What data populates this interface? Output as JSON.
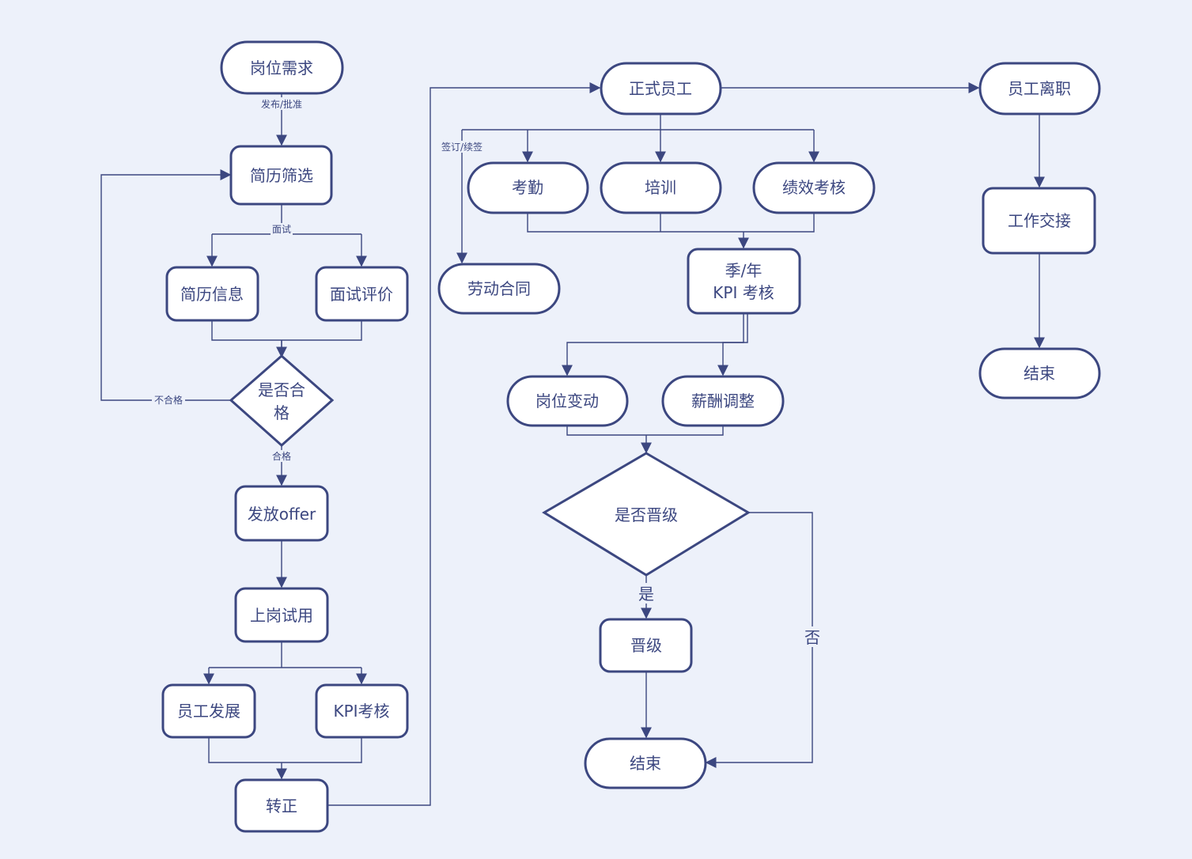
{
  "nodes": {
    "gangwei_xuqiu": "岗位需求",
    "jianli_shaixuan": "简历筛选",
    "jianli_xinxi": "简历信息",
    "mianshi_pingjia": "面试评价",
    "shifou_hege": [
      "是否合",
      "格"
    ],
    "fafang_offer": "发放offer",
    "shanggang_shiyong": "上岗试用",
    "yuangong_fazhan": "员工发展",
    "kpi_kaohe_1": "KPI考核",
    "zhuanzheng": "转正",
    "zhengshi_yuangong": "正式员工",
    "kaoqin": "考勤",
    "peixun": "培训",
    "jixiao_kaohe": "绩效考核",
    "laodong_hetong": "劳动合同",
    "ji_nian_kpi": [
      "季/年",
      "KPI 考核"
    ],
    "gangwei_biandong": "岗位变动",
    "xinchou_tiaozheng": "薪酬调整",
    "shifou_jinji": "是否晋级",
    "jinji": "晋级",
    "jieshu_1": "结束",
    "yuangong_lizhi": "员工离职",
    "gongzuo_jiaojie": "工作交接",
    "jieshu_2": "结束"
  },
  "edge_labels": {
    "fabu_pizhun": "发布/批准",
    "mianshi": "面试",
    "bu_hege": "不合格",
    "hege": "合格",
    "qianding_xuqian": "签订/续签",
    "shi": "是",
    "fou": "否"
  },
  "colors": {
    "background": "#edf1fa",
    "node_stroke": "#3c4780",
    "node_fill": "#ffffff",
    "edge": "#3c4780",
    "text": "#3c4780"
  }
}
